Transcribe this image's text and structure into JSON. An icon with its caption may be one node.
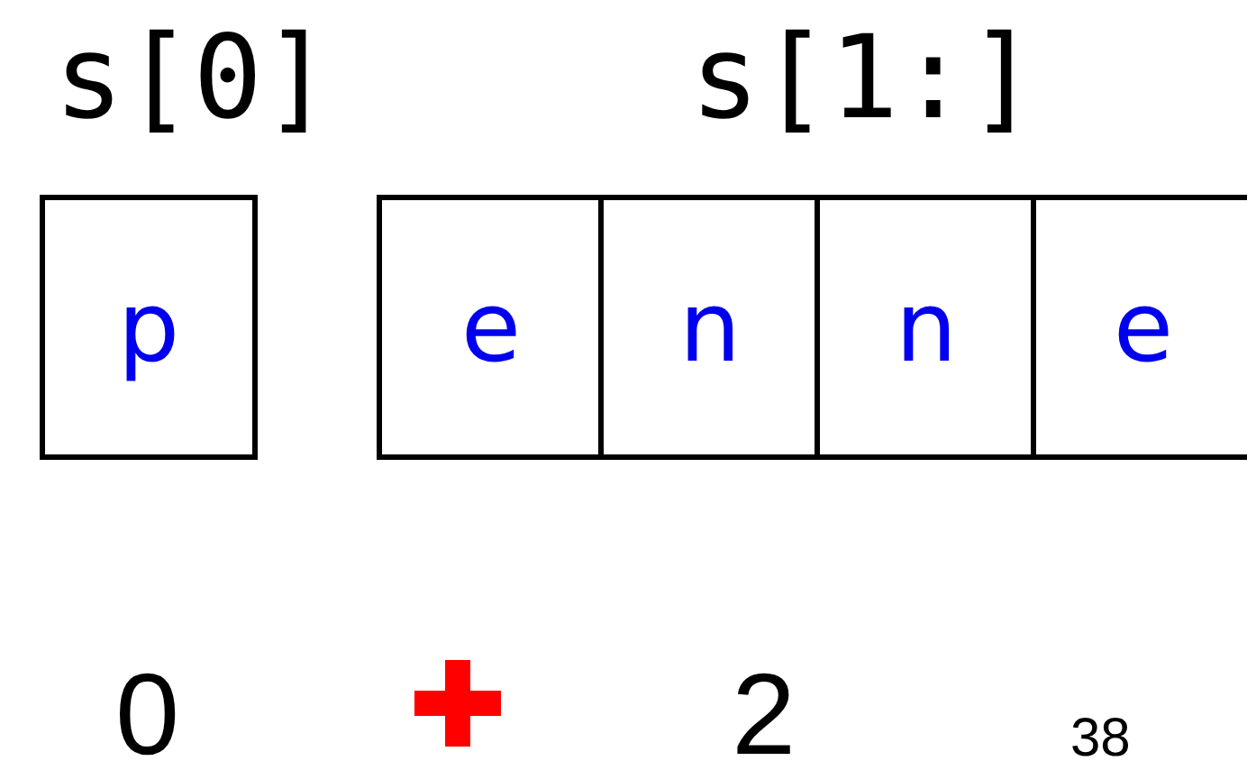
{
  "diagram": {
    "nodes": [
      {
        "text": [
          "s[0]",
          "p"
        ]
      },
      {
        "text": [
          "s[1:]"
        ]
      },
      {
        "text": [
          "e"
        ],
        "in": 1
      },
      {
        "text": [
          "n"
        ],
        "in": 1
      },
      {
        "text": [
          "n"
        ],
        "in": 1
      },
      {
        "text": [
          "e"
        ],
        "in": 1
      }
    ],
    "labels": [
      "0",
      "2",
      "38"
    ]
  }
}
